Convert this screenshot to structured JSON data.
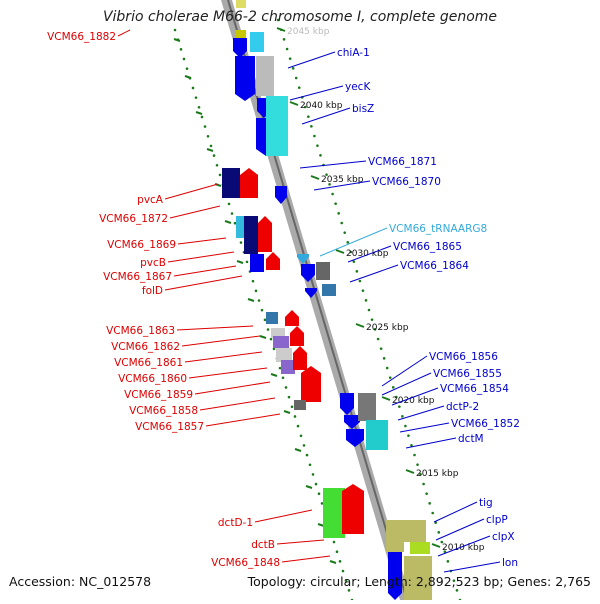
{
  "title": "Vibrio cholerae M66-2 chromosome I, complete genome",
  "footer": {
    "accession": "Accession: NC_012578",
    "summary": "Topology: circular; Length: 2,892,523 bp; Genes: 2,765"
  },
  "colors": {
    "forward": "#0000ee",
    "reverse": "#ee0000",
    "trna": "#33bbee",
    "backbone": "#888888",
    "grid_dots": "#1a7a1a",
    "label_blue": "#0000cc",
    "label_red": "#dd0000",
    "label_trna": "#33aadd"
  },
  "scale_labels": [
    "2045 kbp",
    "2040 kbp",
    "2035 kbp",
    "2030 kbp",
    "2025 kbp",
    "2020 kbp",
    "2015 kbp",
    "2010 kbp"
  ],
  "right_labels": [
    {
      "text": "chiA-1",
      "kind": "blue"
    },
    {
      "text": "yecK",
      "kind": "blue"
    },
    {
      "text": "bisZ",
      "kind": "blue"
    },
    {
      "text": "VCM66_1871",
      "kind": "blue"
    },
    {
      "text": "VCM66_1870",
      "kind": "blue"
    },
    {
      "text": "VCM66_tRNAARG8",
      "kind": "trna"
    },
    {
      "text": "VCM66_1865",
      "kind": "blue"
    },
    {
      "text": "VCM66_1864",
      "kind": "blue"
    },
    {
      "text": "VCM66_1856",
      "kind": "blue"
    },
    {
      "text": "VCM66_1855",
      "kind": "blue"
    },
    {
      "text": "VCM66_1854",
      "kind": "blue"
    },
    {
      "text": "dctP-2",
      "kind": "blue"
    },
    {
      "text": "VCM66_1852",
      "kind": "blue"
    },
    {
      "text": "dctM",
      "kind": "blue"
    },
    {
      "text": "tig",
      "kind": "blue"
    },
    {
      "text": "clpP",
      "kind": "blue"
    },
    {
      "text": "clpX",
      "kind": "blue"
    },
    {
      "text": "lon",
      "kind": "blue"
    }
  ],
  "left_labels": [
    {
      "text": "VCM66_1882",
      "kind": "red"
    },
    {
      "text": "pvcA",
      "kind": "red"
    },
    {
      "text": "VCM66_1872",
      "kind": "red"
    },
    {
      "text": "VCM66_1869",
      "kind": "red"
    },
    {
      "text": "pvcB",
      "kind": "red"
    },
    {
      "text": "VCM66_1867",
      "kind": "red"
    },
    {
      "text": "folD",
      "kind": "red"
    },
    {
      "text": "VCM66_1863",
      "kind": "red"
    },
    {
      "text": "VCM66_1862",
      "kind": "red"
    },
    {
      "text": "VCM66_1861",
      "kind": "red"
    },
    {
      "text": "VCM66_1860",
      "kind": "red"
    },
    {
      "text": "VCM66_1859",
      "kind": "red"
    },
    {
      "text": "VCM66_1858",
      "kind": "red"
    },
    {
      "text": "VCM66_1857",
      "kind": "red"
    },
    {
      "text": "dctD-1",
      "kind": "red"
    },
    {
      "text": "dctB",
      "kind": "red"
    },
    {
      "text": "VCM66_1848",
      "kind": "red"
    }
  ]
}
